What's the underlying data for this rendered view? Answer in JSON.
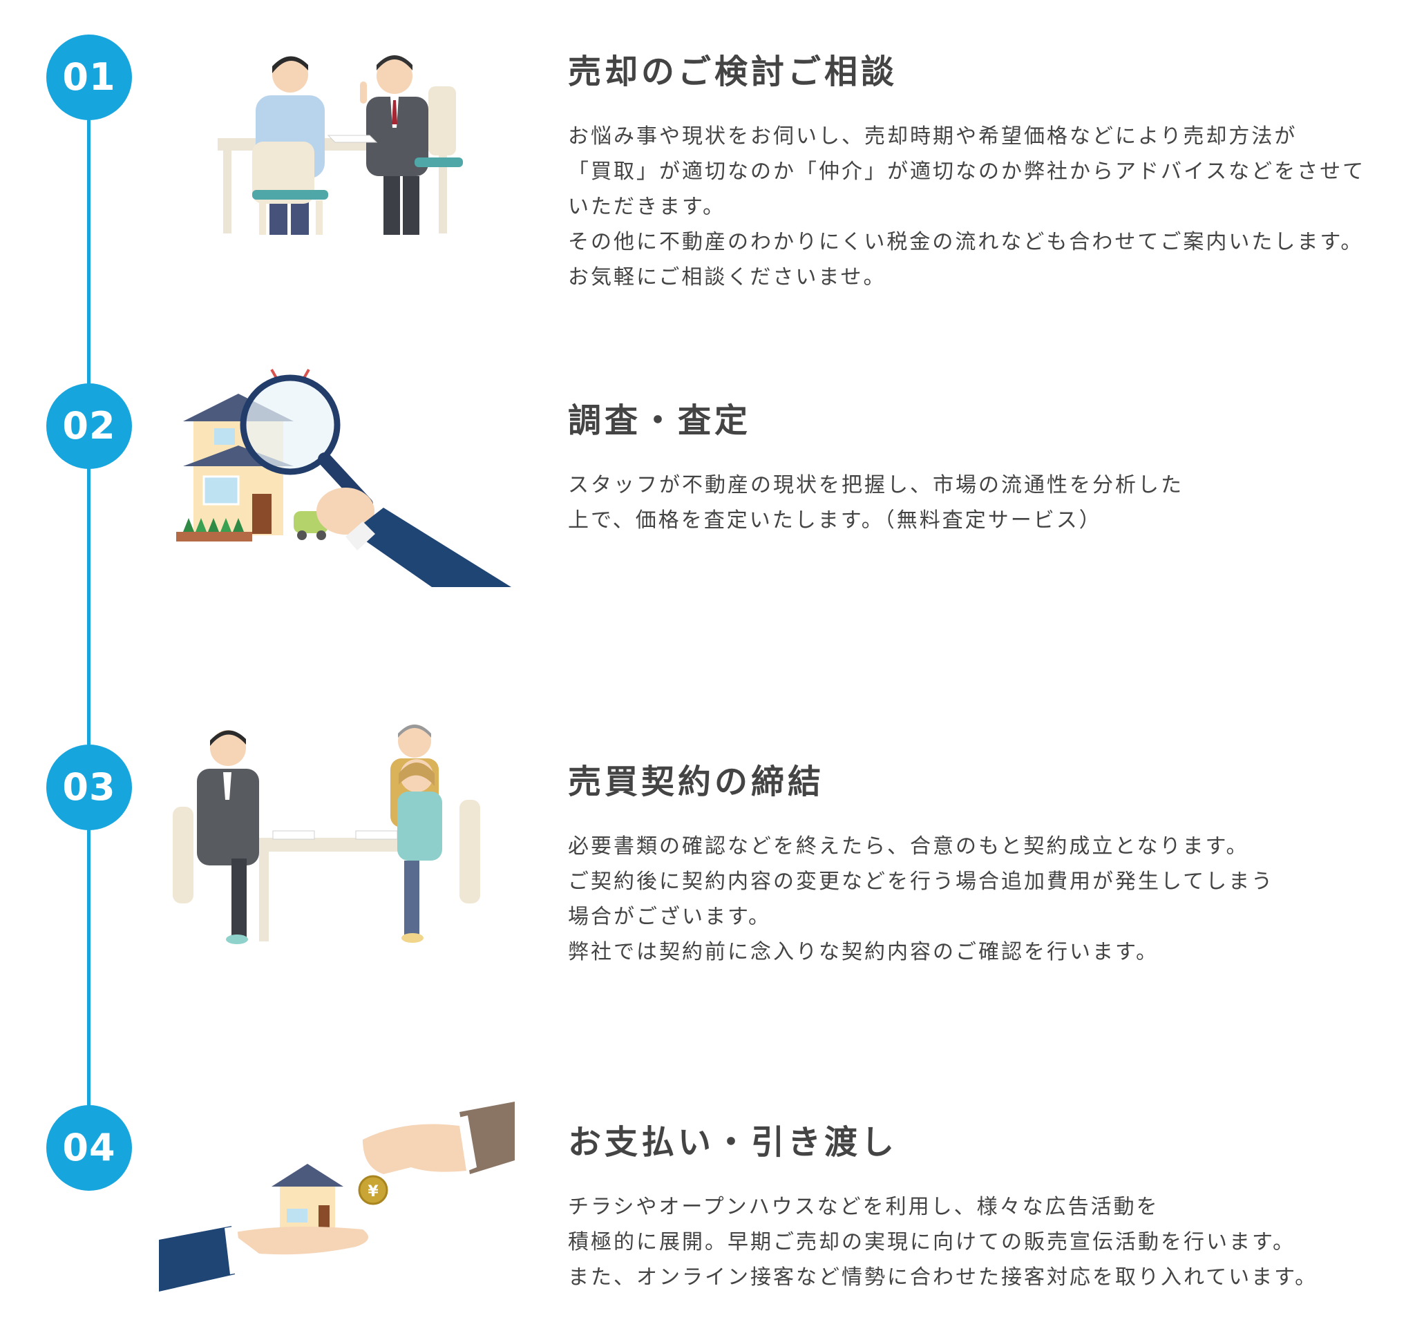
{
  "accent_color": "#17a5de",
  "steps": [
    {
      "number": "01",
      "title": "売却のご検討ご相談",
      "illustration_icon": "consultation-illustration",
      "body": [
        "お悩み事や現状をお伺いし、売却時期や希望価格などにより売却方法が",
        "「買取」が適切なのか「仲介」が適切なのか弊社からアドバイスなどをさせて",
        "いただきます。",
        "その他に不動産のわかりにくい税金の流れなども合わせてご案内いたします。",
        "お気軽にご相談くださいませ。"
      ]
    },
    {
      "number": "02",
      "title": "調査・査定",
      "illustration_icon": "inspection-magnifier-illustration",
      "body": [
        "スタッフが不動産の現状を把握し、市場の流通性を分析した",
        "上で、価格を査定いたします。（無料査定サービス）"
      ]
    },
    {
      "number": "03",
      "title": "売買契約の締結",
      "illustration_icon": "contract-meeting-illustration",
      "body": [
        "必要書類の確認などを終えたら、合意のもと契約成立となります。",
        "ご契約後に契約内容の変更などを行う場合追加費用が発生してしまう",
        "場合がございます。",
        "弊社では契約前に念入りな契約内容のご確認を行います。"
      ]
    },
    {
      "number": "04",
      "title": "お支払い・引き渡し",
      "illustration_icon": "payment-handover-illustration",
      "body": [
        "チラシやオープンハウスなどを利用し、様々な広告活動を",
        "積極的に展開。早期ご売却の実現に向けての販売宣伝活動を行います。",
        "また、オンライン接客など情勢に合わせた接客対応を取り入れています。"
      ]
    }
  ]
}
